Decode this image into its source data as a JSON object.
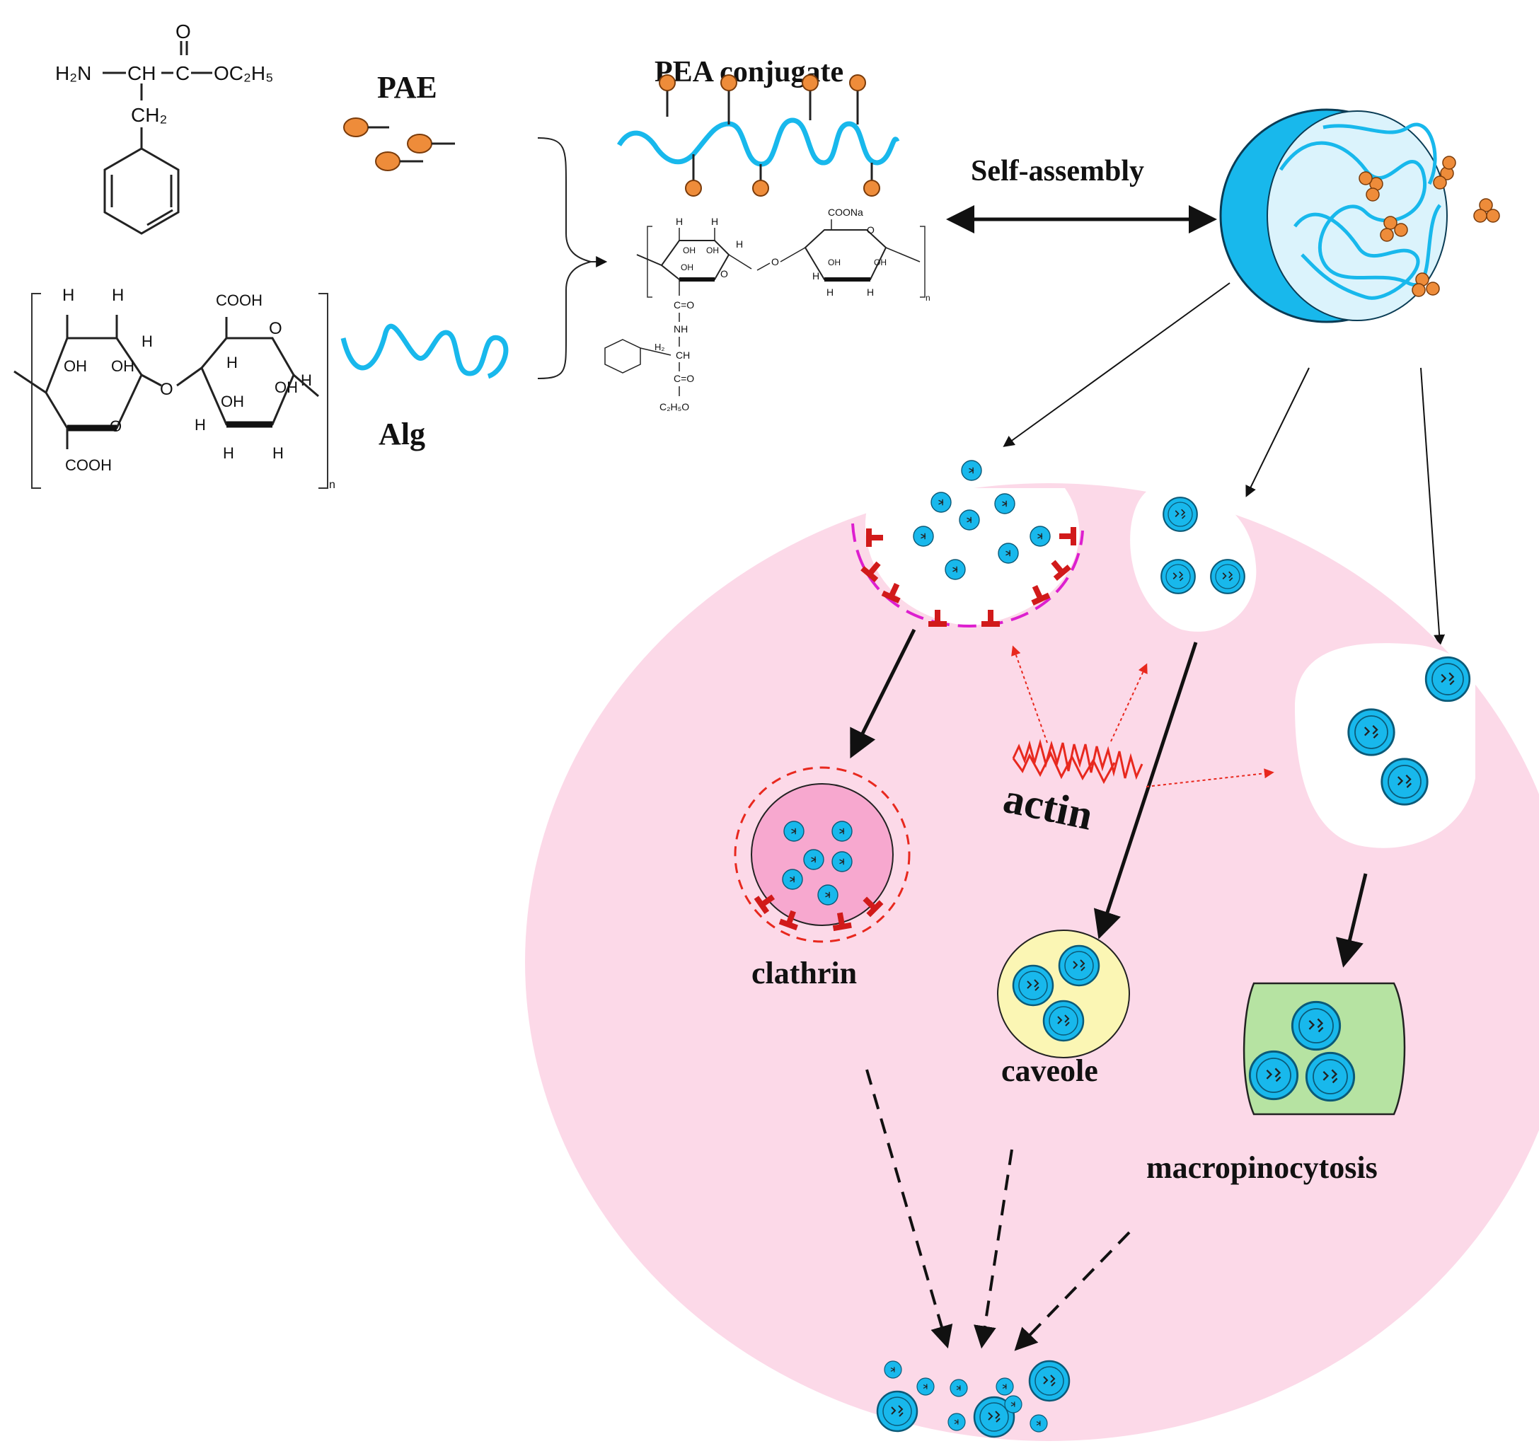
{
  "labels": {
    "pae": "PAE",
    "alg": "Alg",
    "pea_conjugate": "PEA conjugate",
    "self_assembly": "Self-assembly",
    "actin": "actin",
    "clathrin": "clathrin",
    "caveole": "caveole",
    "macropinocytosis": "macropinocytosis"
  },
  "pae_structure": {
    "amine": "H₂N",
    "ch": "CH",
    "carbonyl_c": "C",
    "carbonyl_o": "O",
    "ester": "OC₂H₅",
    "ch2": "CH₂"
  },
  "alg_structure": {
    "h": "H",
    "oh": "OH",
    "cooh": "COOH",
    "o": "O",
    "n": "n"
  },
  "conjugate_structure": {
    "h": "H",
    "oh": "OH",
    "o": "O",
    "coona": "COONa",
    "co": "C=O",
    "nh": "NH",
    "h2": "H₂",
    "ch": "CH",
    "ester": "C₂H₅O",
    "n": "n"
  },
  "colors": {
    "cell": "#fcd9e8",
    "nanoparticle": "#18b8ec",
    "pae_bead": "#ee8c3a",
    "receptor": "#d11a1a",
    "membrane_dash": "#dd1fcf",
    "clathrin_vesicle": "#f7a8cf",
    "caveole_vesicle": "#fbf6b4",
    "macropinosome": "#b6e3a2",
    "actin": "#e8281e"
  }
}
